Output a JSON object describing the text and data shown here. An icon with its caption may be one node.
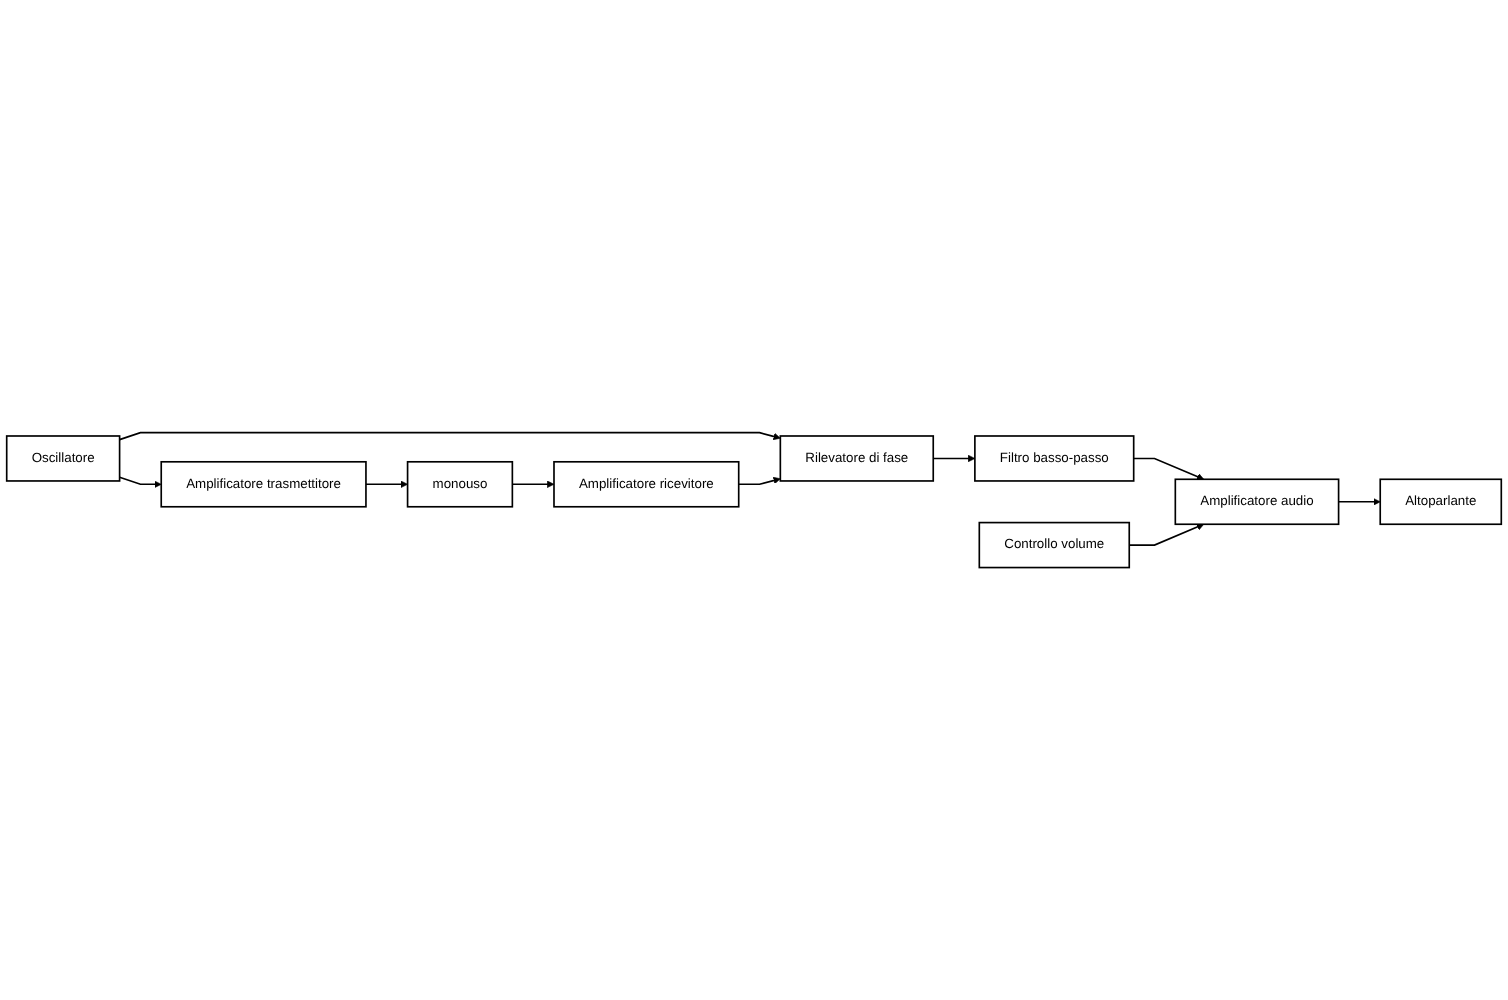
{
  "diagram": {
    "nodes": [
      {
        "text": [
          "Oscillatore"
        ]
      },
      {
        "text": [
          "Amplificatore trasmettitore"
        ]
      },
      {
        "text": [
          "monouso"
        ]
      },
      {
        "text": [
          "Amplificatore ricevitore"
        ]
      },
      {
        "text": [
          "Rilevatore di fase"
        ]
      },
      {
        "text": [
          "Filtro basso-passo"
        ]
      },
      {
        "text": [
          "Controllo volume"
        ]
      },
      {
        "text": [
          "Amplificatore audio"
        ]
      },
      {
        "text": [
          "Altoparlante"
        ]
      }
    ],
    "edges": [
      {
        "from": 0,
        "to": 1,
        "arrow": "to"
      },
      {
        "from": 0,
        "to": 4,
        "arrow": "to"
      },
      {
        "from": 1,
        "to": 2,
        "arrow": "to"
      },
      {
        "from": 2,
        "to": 3,
        "arrow": "to"
      },
      {
        "from": 3,
        "to": 4,
        "arrow": "to"
      },
      {
        "from": 4,
        "to": 5,
        "arrow": "to"
      },
      {
        "from": 5,
        "to": 7,
        "arrow": "to"
      },
      {
        "from": 6,
        "to": 7,
        "arrow": "to"
      },
      {
        "from": 7,
        "to": 8,
        "arrow": "to"
      }
    ]
  }
}
